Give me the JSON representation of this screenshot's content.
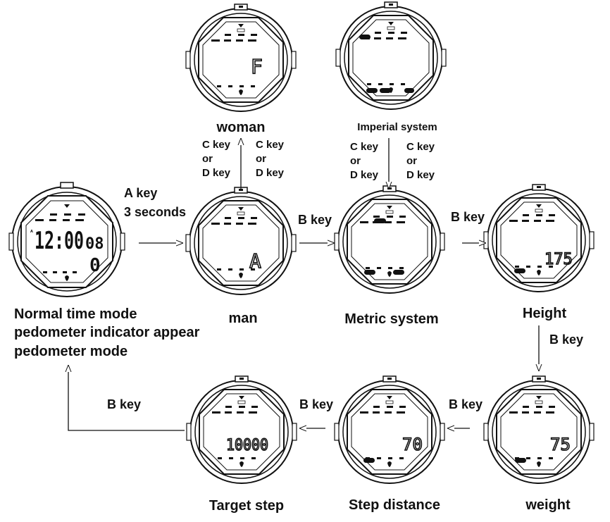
{
  "watches": {
    "start": {
      "caption_lines": [
        "Normal time mode",
        "pedometer indicator appear",
        "pedometer mode"
      ],
      "time": "12:00",
      "seconds": "08",
      "mode_digit": "0",
      "am": "A"
    },
    "woman": {
      "caption": "woman",
      "value": "F"
    },
    "imperial": {
      "caption": "Imperial system"
    },
    "man": {
      "caption": "man",
      "value": "A"
    },
    "metric": {
      "caption": "Metric system"
    },
    "height": {
      "caption": "Height",
      "value": "175"
    },
    "weight": {
      "caption": "weight",
      "value": "75"
    },
    "stepdist": {
      "caption": "Step distance",
      "value": "70"
    },
    "target": {
      "caption": "Target step",
      "value": "10000"
    }
  },
  "keys": {
    "a_key_line1": "A key",
    "a_key_line2": "3 seconds",
    "b_key": "B key",
    "cd_key_lines": [
      "C key",
      "or",
      "D key"
    ]
  }
}
